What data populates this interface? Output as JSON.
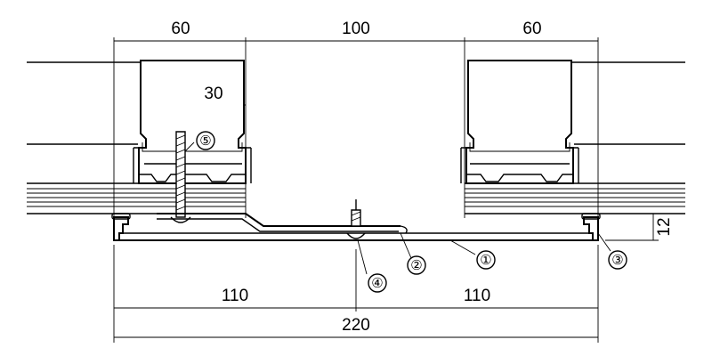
{
  "dimensions": {
    "top_left": "60",
    "top_center": "100",
    "top_right": "60",
    "inner_offset": "30",
    "height": "12",
    "bottom_left": "110",
    "bottom_right": "110",
    "overall": "220"
  },
  "callouts": [
    "①",
    "②",
    "③",
    "④",
    "⑤"
  ]
}
